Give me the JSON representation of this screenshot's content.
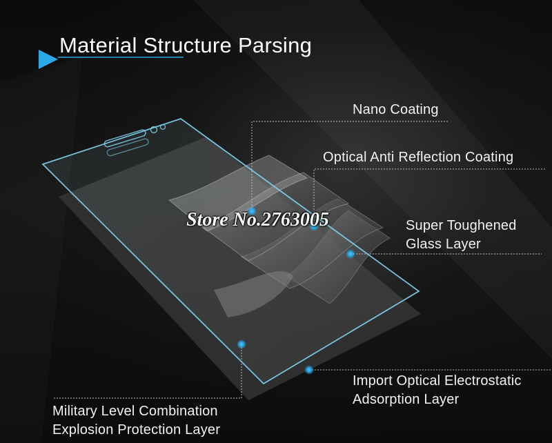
{
  "title": "Material Structure Parsing",
  "watermark": "Store No.2763005",
  "labels": {
    "nano": "Nano Coating",
    "optical": "Optical Anti Reflection Coating",
    "glass": [
      "Super Toughened",
      "Glass Layer"
    ],
    "import": [
      "Import Optical Electrostatic",
      "Adsorption Layer"
    ],
    "military": [
      "Military Level Combination",
      "Explosion Protection Layer"
    ]
  },
  "colors": {
    "accent": "#29a9e6",
    "glass_edge": "#7fd3ef",
    "leader": "#bfbfbf"
  }
}
